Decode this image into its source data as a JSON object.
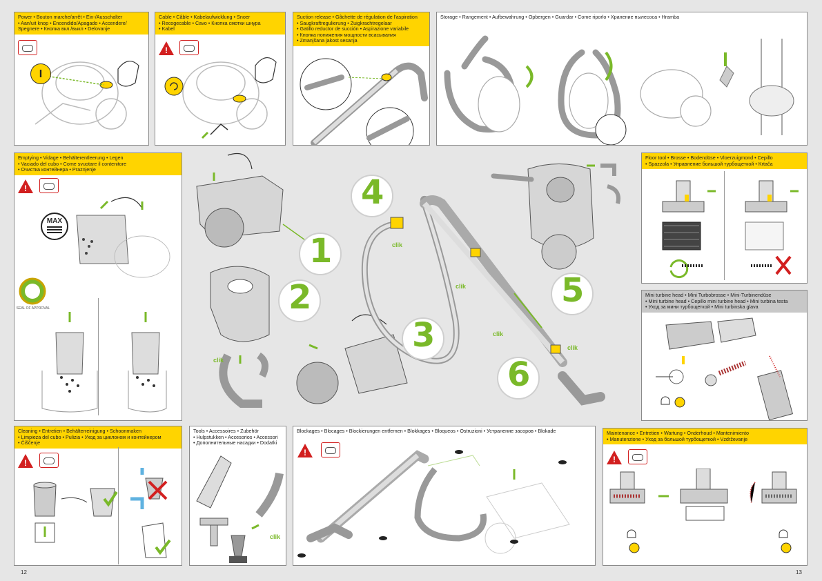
{
  "headers": {
    "power": "Power • Bouton marche/arrêt • Ein-/Ausschalter\n• Aan/uit knop • Encendido/Apagado • Accendere/\nSpegnere • Кнопка вкл./выкл • Delovanje",
    "cable": "Cable • Câble • Kabelaufwicklung • Snoer\n• Recogecable • Cavo • Кнопка смотки шнура\n• Kabel",
    "suction": "Suction release • Gâchette de régulation de l'aspiration\n• Saugkraftregulierung • Zuigkrachtregelaar\n• Gatillo reductor de succión • Aspirazione variabile\n• Кнопка понижения мощности всасывания\n• Zmanjšana jakost sesanja",
    "storage": "Storage • Rangement • Aufbewahrung • Opbergen • Guardar • Come riporlo • Хранение пылесоса • Hramba",
    "emptying": "Emptying • Vidage • Behälterentleerung • Legen\n• Vaciado del cubo • Come svuotare il contenitore\n• Очистка контейнера • Praznjenje",
    "floor_tool": "Floor tool • Brosse • Bodendüse • Vloerzuigmond • Cepillo\n• Spazzola • Управление большой турбощеткой • Krtača",
    "mini_turbine": "Mini turbine head • Mini Turbobrosse • Mini-Turbinendüse\n• Mini turbine head • Cepillo mini turbine head • Mini turbina testa\n• Уход за мини турбощеткой • Mini turbinska glava",
    "cleaning": "Cleaning • Entretien • Behälterreinigung • Schoonmaken\n• Limpieza del cubo • Pulizia • Уход за циклоном и контейнером\n• Čiščenje",
    "tools": "Tools • Accessoires • Zubehör\n• Hulpstukken • Accesorios • Accessori\n• Дополнительные насадки • Dodatki",
    "blockages": "Blockages • Blocages • Blockierungen entfernen • Blokkages • Bloqueos • Ostruzioni • Устранение засоров • Blokade",
    "maintenance": "Maintenance • Entretien • Wartung • Onderhoud • Mantenimiento\n• Manutenzione • Уход за большой турбощеткой • Vzdrževanje"
  },
  "symbols": {
    "power_button": "I",
    "max_label": "MAX",
    "seal_text": "SEAL OF APPROVAL"
  },
  "steps": [
    "1",
    "2",
    "3",
    "4",
    "5",
    "6"
  ],
  "clik": "clik",
  "page_left": "12",
  "page_right": "13",
  "colors": {
    "yellow": "#ffd400",
    "green": "#7ab929",
    "red": "#d21f1f",
    "grey_header": "#c8c8c8"
  }
}
